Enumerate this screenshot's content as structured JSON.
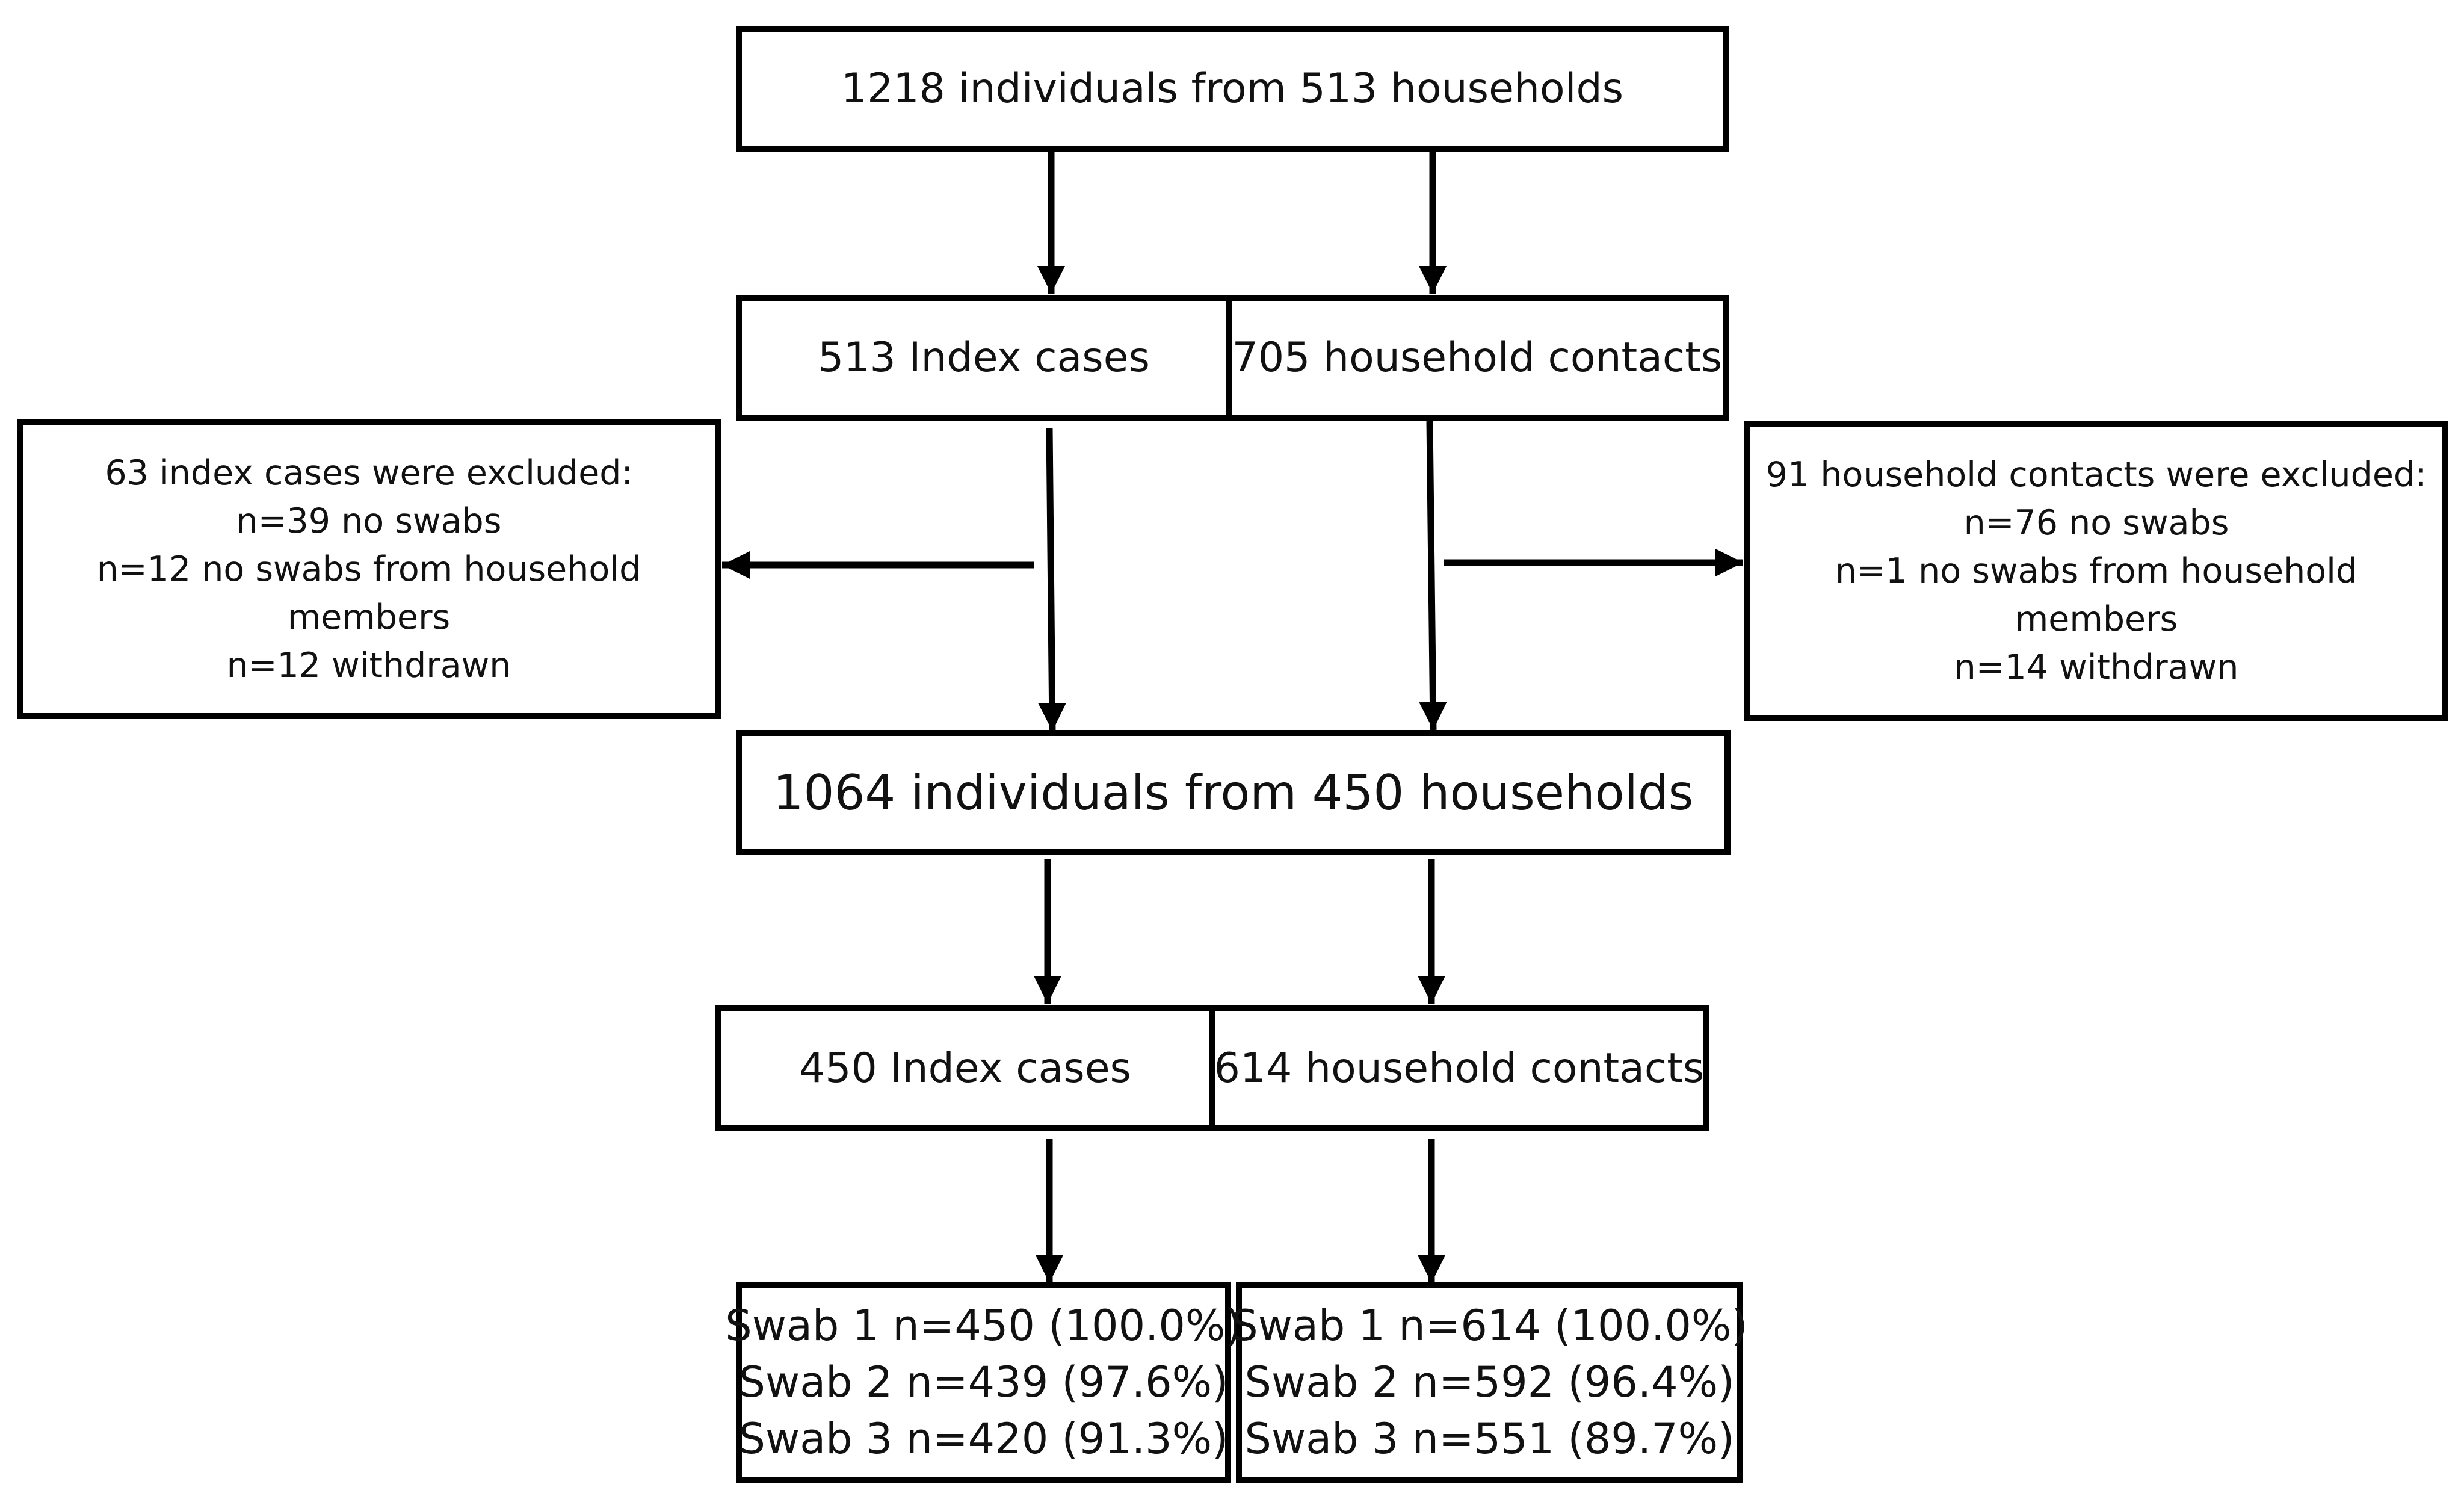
{
  "top_box": {
    "text": "1218 individuals from 513 households"
  },
  "index_cases_box": {
    "text": "513 Index cases"
  },
  "contacts_box": {
    "text": "705 household contacts"
  },
  "excluded_index_box": {
    "lines": [
      "63 index cases were excluded:",
      "n=39 no swabs",
      "n=12 no swabs from household",
      "members",
      "n=12 withdrawn"
    ]
  },
  "excluded_contacts_box": {
    "lines": [
      "91 household contacts were excluded:",
      "n=76 no swabs",
      "n=1 no swabs from household",
      "members",
      "n=14 withdrawn"
    ]
  },
  "middle_box": {
    "text": "1064 individuals from 450 households"
  },
  "final_index_box": {
    "text": "450 Index cases"
  },
  "final_contacts_box": {
    "text": "614 household contacts"
  },
  "swabs_index_box": {
    "lines": [
      "Swab 1 n=450 (100.0%)",
      "Swab 2 n=439 (97.6%)",
      "Swab 3 n=420 (91.3%)"
    ]
  },
  "swabs_contacts_box": {
    "lines": [
      "Swab 1 n=614 (100.0%)",
      "Swab 2 n=592 (96.4%)",
      "Swab 3 n=551 (89.7%)"
    ]
  }
}
